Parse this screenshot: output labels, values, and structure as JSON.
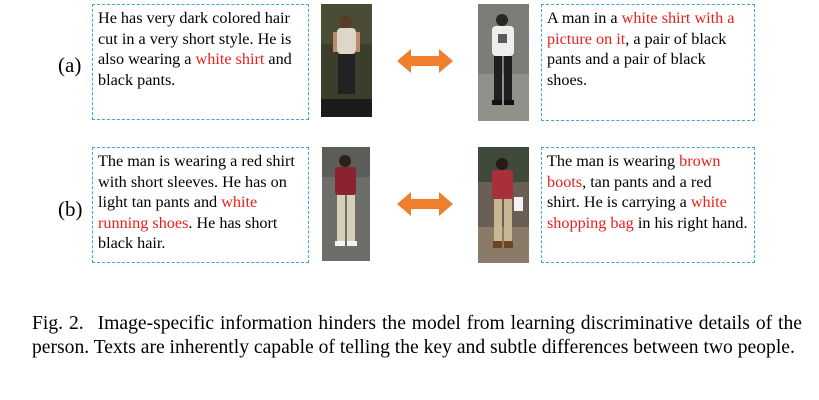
{
  "row_a": {
    "label": "(a)",
    "left_text": [
      {
        "t": "He has very dark colored hair cut in a  very short style. He is also wearing a ",
        "hl": false
      },
      {
        "t": "white shirt",
        "hl": true
      },
      {
        "t": " and  black pants.",
        "hl": false
      }
    ],
    "right_text": [
      {
        "t": "A man in a ",
        "hl": false
      },
      {
        "t": "white shirt with a picture on it",
        "hl": true
      },
      {
        "t": ", a pair of black pants and a pair of black shoes.",
        "hl": false
      }
    ]
  },
  "row_b": {
    "label": "(b)",
    "left_text": [
      {
        "t": "The man is wearing a red shirt with short sleeves. He has on light tan pants and ",
        "hl": false
      },
      {
        "t": "white running shoes",
        "hl": true
      },
      {
        "t": ". He has short black hair.",
        "hl": false
      }
    ],
    "right_text": [
      {
        "t": "The man is wearing ",
        "hl": false
      },
      {
        "t": "brown boots",
        "hl": true
      },
      {
        "t": ", tan pants and a red shirt. He is carrying a ",
        "hl": false
      },
      {
        "t": "white shopping bag",
        "hl": true
      },
      {
        "t": " in his right hand.",
        "hl": false
      }
    ]
  },
  "colors": {
    "highlight": "#e8211c",
    "box_border": "#3aa6dc",
    "arrow": "#ef7f2d"
  },
  "caption": {
    "figno": "Fig. 2.",
    "text": "Image-specific information hinders the model from learning discriminative details of the person. Texts are inherently capable of telling the key and subtle differences between two people."
  }
}
